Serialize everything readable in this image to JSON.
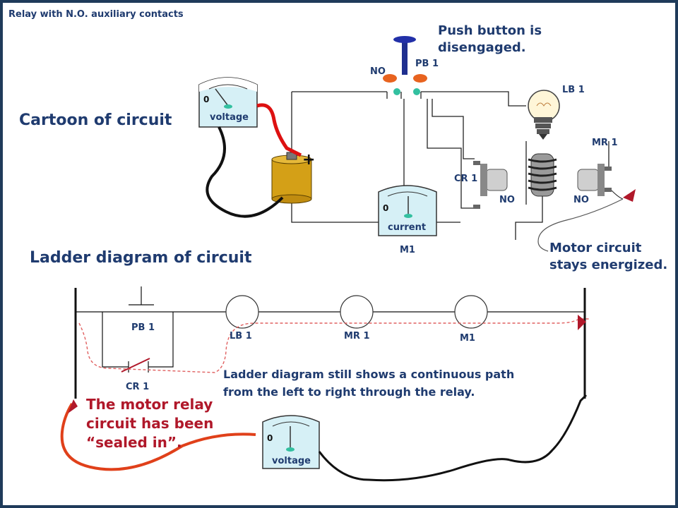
{
  "header": {
    "title": "Relay with N.O. auxiliary contacts"
  },
  "annotations": {
    "push_button_line1": "Push button is",
    "push_button_line2": "disengaged.",
    "cartoon_heading": "Cartoon of circuit",
    "ladder_heading": "Ladder diagram of circuit",
    "motor_line1": "Motor circuit",
    "motor_line2": "stays energized.",
    "ladder_note_line1": "Ladder diagram still shows a continuous path",
    "ladder_note_line2": "from the left to right through the relay.",
    "sealed_line1": "The motor relay",
    "sealed_line2": "circuit has been",
    "sealed_line3": "“sealed in”."
  },
  "cartoon": {
    "no_left": "NO",
    "pb1": "PB 1",
    "lb1": "LB 1",
    "mr1": "MR 1",
    "cr1": "CR 1",
    "no_cr": "NO",
    "no_mr": "NO",
    "m1": "M1",
    "battery_plus": "+"
  },
  "meters": {
    "top_voltage": {
      "label": "voltage",
      "zero": "0"
    },
    "current": {
      "label": "current",
      "zero": "0"
    },
    "bottom_voltage": {
      "label": "voltage",
      "zero": "0"
    }
  },
  "ladder": {
    "pb1": "PB 1",
    "cr1": "CR 1",
    "lb1": "LB 1",
    "mr1": "MR 1",
    "m1": "M1"
  },
  "colors": {
    "navy": "#1f3b6f",
    "red": "#b0182a",
    "wire_red": "#e0401a",
    "meter_face": "#d6f0f6",
    "battery": "#d4a017"
  }
}
